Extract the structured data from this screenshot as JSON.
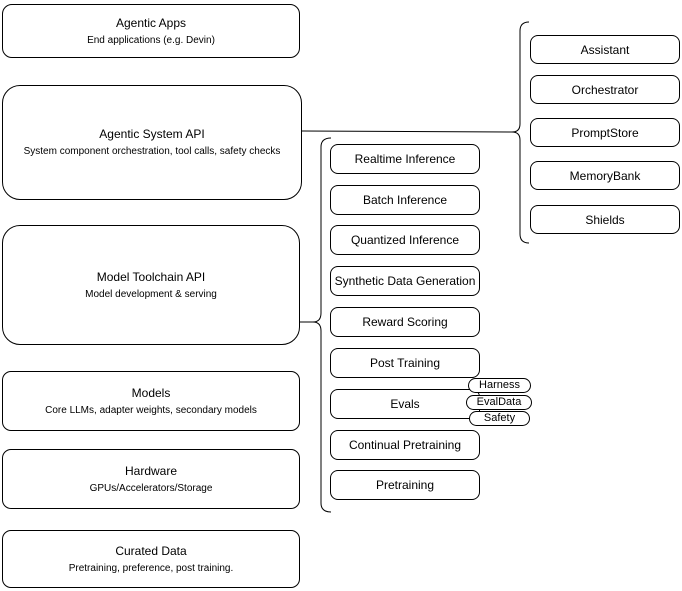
{
  "stack": [
    {
      "title": "Agentic Apps",
      "subtitle": "End applications (e.g. Devin)"
    },
    {
      "title": "Agentic System API",
      "subtitle": "System component orchestration, tool calls, safety checks"
    },
    {
      "title": "Model Toolchain API",
      "subtitle": "Model development & serving"
    },
    {
      "title": "Models",
      "subtitle": "Core LLMs, adapter weights, secondary models"
    },
    {
      "title": "Hardware",
      "subtitle": "GPUs/Accelerators/Storage"
    },
    {
      "title": "Curated Data",
      "subtitle": "Pretraining, preference, post training."
    }
  ],
  "toolchain_items": [
    "Realtime Inference",
    "Batch Inference",
    "Quantized Inference",
    "Synthetic Data Generation",
    "Reward Scoring",
    "Post Training",
    "Evals",
    "Continual Pretraining",
    "Pretraining"
  ],
  "evals_tags": [
    "Harness",
    "EvalData",
    "Safety"
  ],
  "system_components": [
    "Assistant",
    "Orchestrator",
    "PromptStore",
    "MemoryBank",
    "Shields"
  ],
  "colors": {
    "stroke": "#000000",
    "fill": "#ffffff",
    "text": "#000000",
    "background": "#ffffff"
  }
}
